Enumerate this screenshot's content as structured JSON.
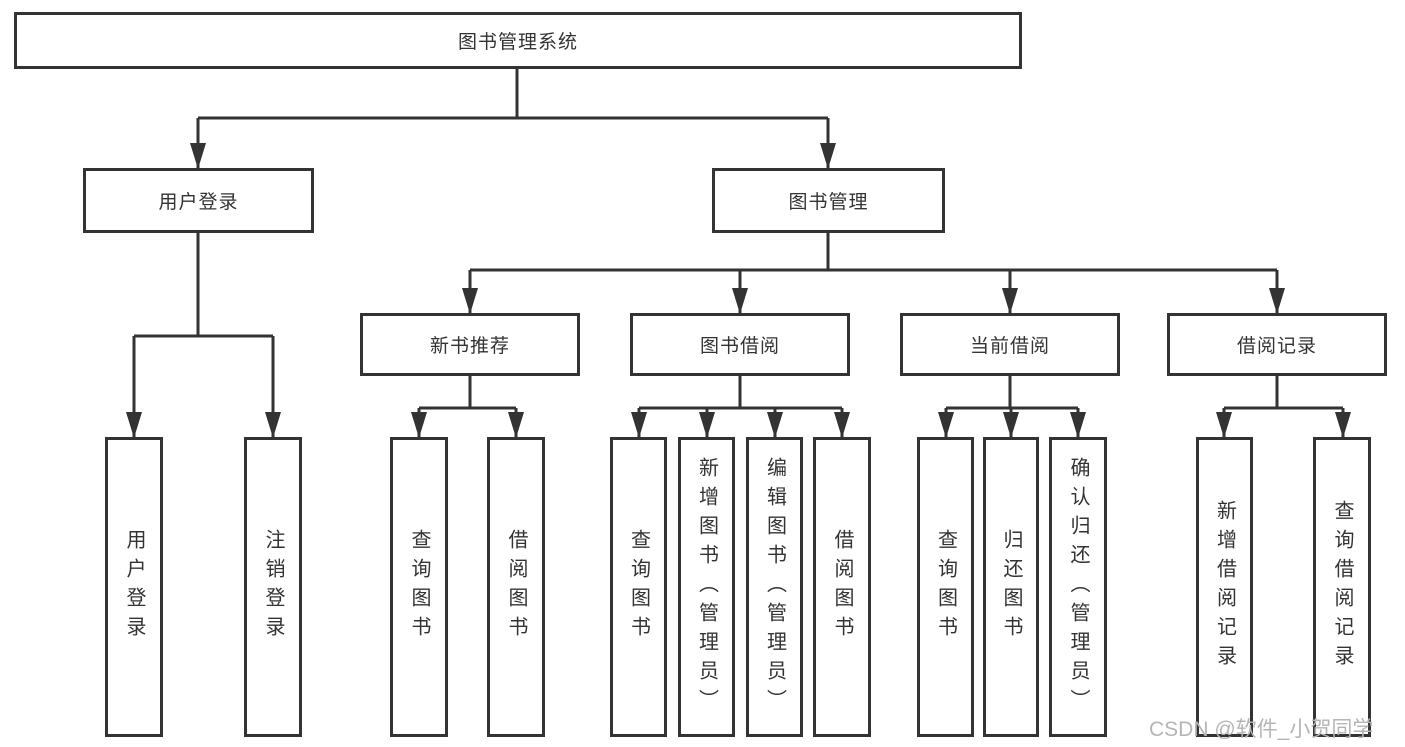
{
  "tree": {
    "root": {
      "label": "图书管理系统",
      "children": [
        {
          "label": "用户登录",
          "children": [
            {
              "label": "用户登录"
            },
            {
              "label": "注销登录"
            }
          ]
        },
        {
          "label": "图书管理",
          "children": [
            {
              "label": "新书推荐",
              "children": [
                {
                  "label": "查询图书"
                },
                {
                  "label": "借阅图书"
                }
              ]
            },
            {
              "label": "图书借阅",
              "children": [
                {
                  "label": "查询图书"
                },
                {
                  "label": "新增图书（管理员）"
                },
                {
                  "label": "编辑图书（管理员）"
                },
                {
                  "label": "借阅图书"
                }
              ]
            },
            {
              "label": "当前借阅",
              "children": [
                {
                  "label": "查询图书"
                },
                {
                  "label": "归还图书"
                },
                {
                  "label": "确认归还（管理员）"
                }
              ]
            },
            {
              "label": "借阅记录",
              "children": [
                {
                  "label": "新增借阅记录"
                },
                {
                  "label": "查询借阅记录"
                }
              ]
            }
          ]
        }
      ]
    }
  },
  "watermark": {
    "text": "CSDN @软件_小贺同学",
    "color": "#b5b5b5"
  },
  "colors": {
    "line": "#333333",
    "box_border": "#333333",
    "text": "#333333",
    "background": "#ffffff"
  }
}
